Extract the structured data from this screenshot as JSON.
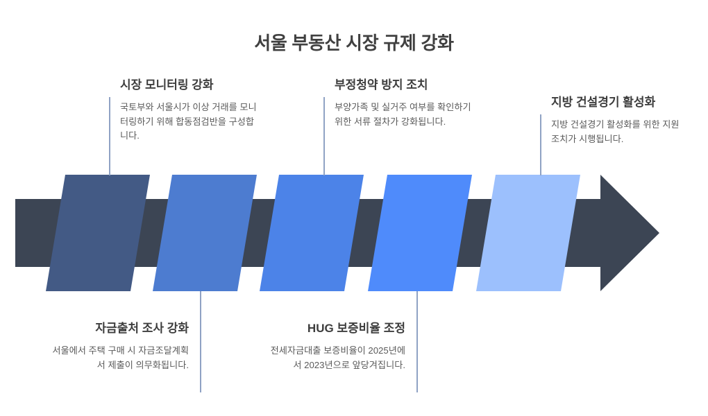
{
  "header": {
    "title": "서울 부동산 시장 규제 강화"
  },
  "colors": {
    "band_dark": "#3c4554",
    "arrow_tip": "#3c4554",
    "connector": "#8fa2c4",
    "title_text": "#404040",
    "item_title_text": "#3d3d3d",
    "item_body_text": "#5a5a5a",
    "background": "#ffffff"
  },
  "process": {
    "type": "chevron-arrow-process",
    "direction": "left-to-right",
    "steps": [
      {
        "index": 1,
        "position": "top",
        "color": "#435a85",
        "title": "시장 모니터링 강화",
        "body": "국토부와 서울시가 이상 거래를 모니터링하기 위해 합동점검반을 구성합니다."
      },
      {
        "index": 2,
        "position": "bottom",
        "color": "#4d7cd0",
        "title": "자금출처 조사 강화",
        "body": "서울에서 주택 구매 시 자금조달계획서 제출이 의무화됩니다."
      },
      {
        "index": 3,
        "position": "top",
        "color": "#4c83e8",
        "title": "부정청약 방지 조치",
        "body": "부양가족 및 실거주 여부를 확인하기 위한 서류 절차가 강화됩니다."
      },
      {
        "index": 4,
        "position": "bottom",
        "color": "#4f8bfb",
        "title": "HUG 보증비율 조정",
        "body": "전세자금대출 보증비율이 2025년에서 2023년으로 앞당겨집니다."
      },
      {
        "index": 5,
        "position": "top",
        "color": "#9cc0fd",
        "title": "지방 건설경기 활성화",
        "body": "지방 건설경기 활성화를 위한 지원 조치가 시행됩니다."
      }
    ]
  }
}
